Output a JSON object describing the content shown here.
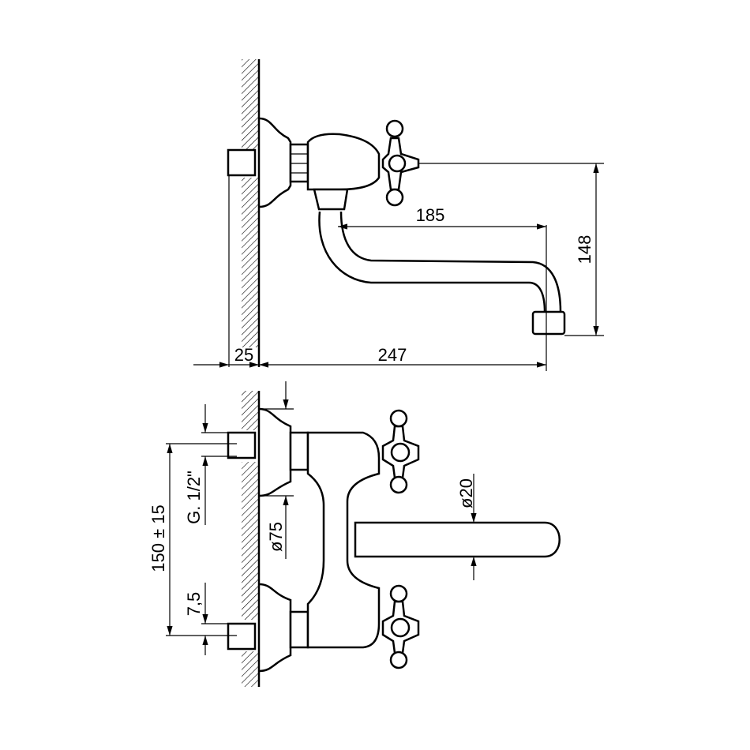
{
  "title": "Wall-mounted tap technical drawing",
  "side_view": {
    "dim_spout_reach": "185",
    "dim_height": "148",
    "dim_wall_offset": "25",
    "dim_total_length": "247"
  },
  "front_view": {
    "dim_thread": "G. 1/2\"",
    "dim_centers": "150 ± 15",
    "dim_offset": "7,5",
    "dim_escutcheon": "ø75",
    "dim_spout_dia": "ø20"
  },
  "colors": {
    "line": "#000000",
    "background": "#ffffff"
  }
}
